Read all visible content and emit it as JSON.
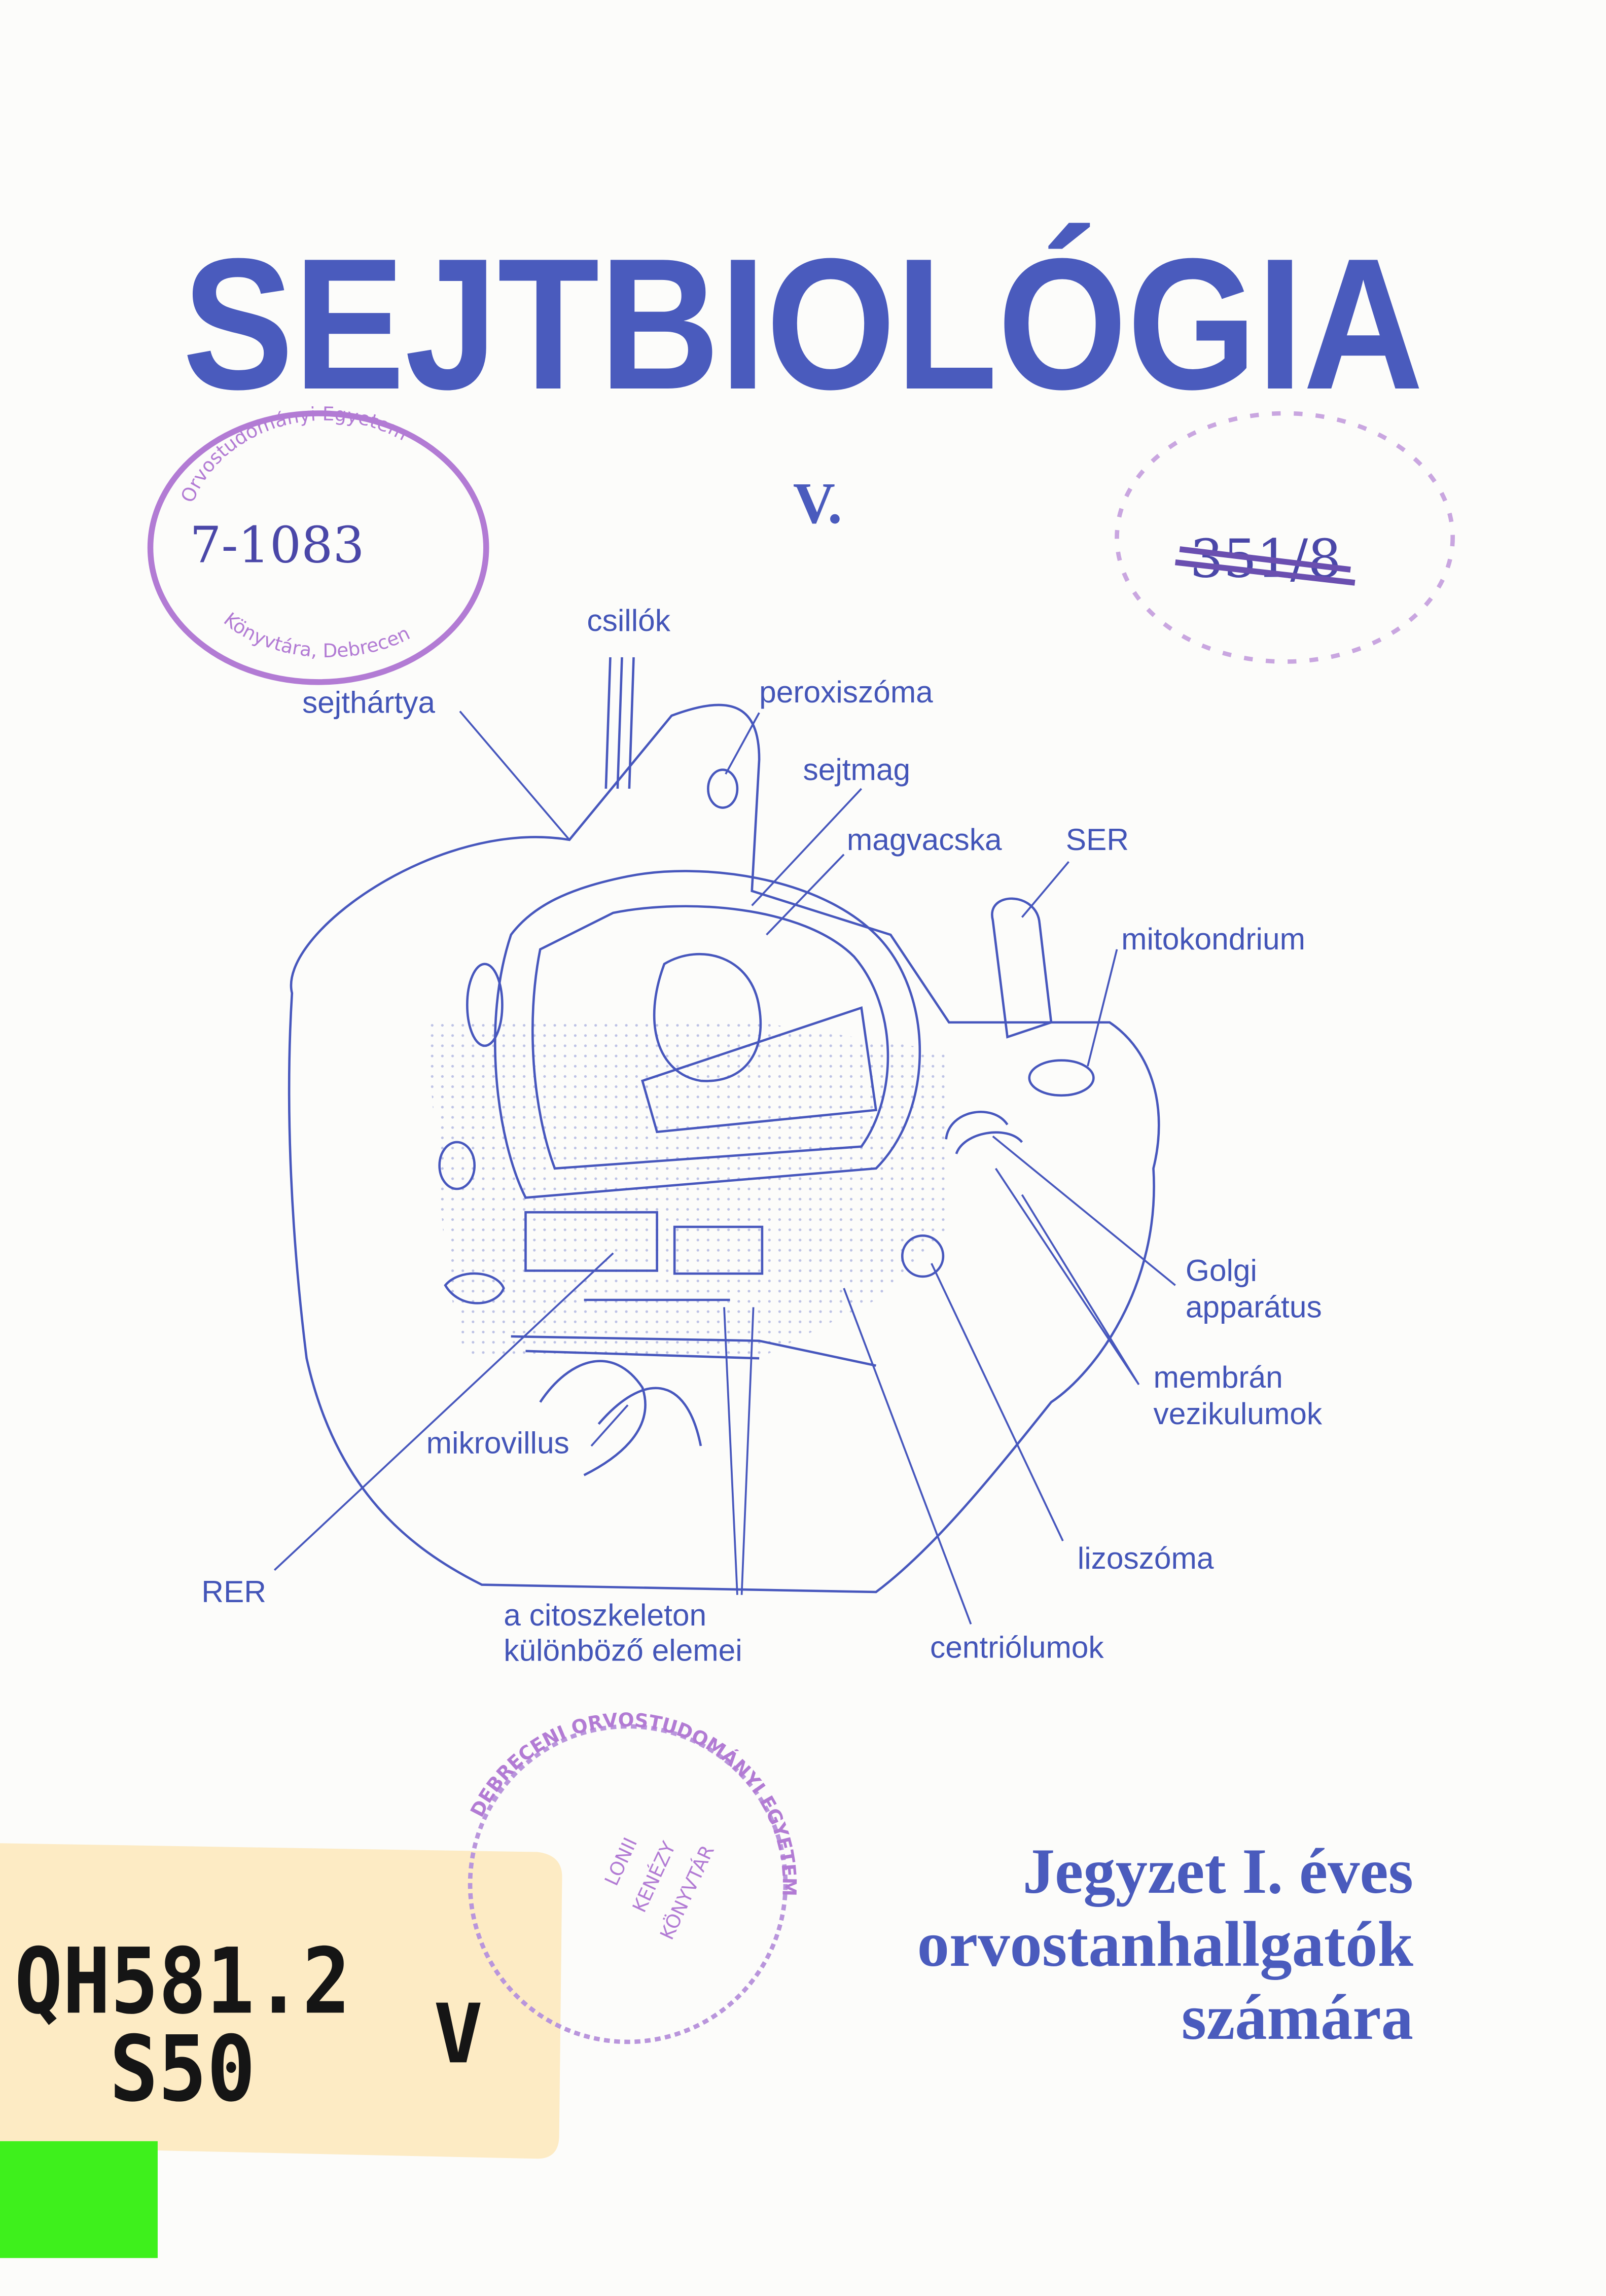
{
  "cover": {
    "title": "SEJTBIOLÓGIA",
    "volume": "V.",
    "subtitle_lines": [
      "Jegyzet I. éves",
      "orvostanhallgatók",
      "számára"
    ]
  },
  "diagram_labels": {
    "csillok": "csillók",
    "peroxiszoma": "peroxiszóma",
    "sejtmag": "sejtmag",
    "magvacska": "magvacska",
    "ser": "SER",
    "mitokondrium": "mitokondrium",
    "sejthartya": "sejthártya",
    "golgi": [
      "Golgi",
      "apparátus"
    ],
    "membran": [
      "membrán",
      "vezikulumok"
    ],
    "mikrovillus": "mikrovillus",
    "lizoszoma": "lizoszóma",
    "rer": "RER",
    "citoszkeleton": [
      "a citoszkeleton",
      "különböző elemei"
    ],
    "centriolumok": "centriólumok"
  },
  "stamps": {
    "top_left": {
      "ring_top": "Orvostudományi Egyetem",
      "ring_bottom": "Könyvtára, Debrecen",
      "number": "7-1083"
    },
    "top_right": {
      "number": "351/8"
    },
    "bottom": {
      "ring": "DEBRECENI ORVOSTUDOMÁNYI EGYETEM",
      "center": [
        "KÖNYVTÁR",
        "KENÉZY",
        "LONII"
      ]
    }
  },
  "call_label": {
    "line1": "QH581.2",
    "line2": "S50",
    "volume": "V"
  },
  "colors": {
    "title_blue": "#4a5bbd",
    "stamp_purple": "#b27bd4",
    "label_yellow": "#fde9c0",
    "tag_green": "#3ef01c"
  }
}
